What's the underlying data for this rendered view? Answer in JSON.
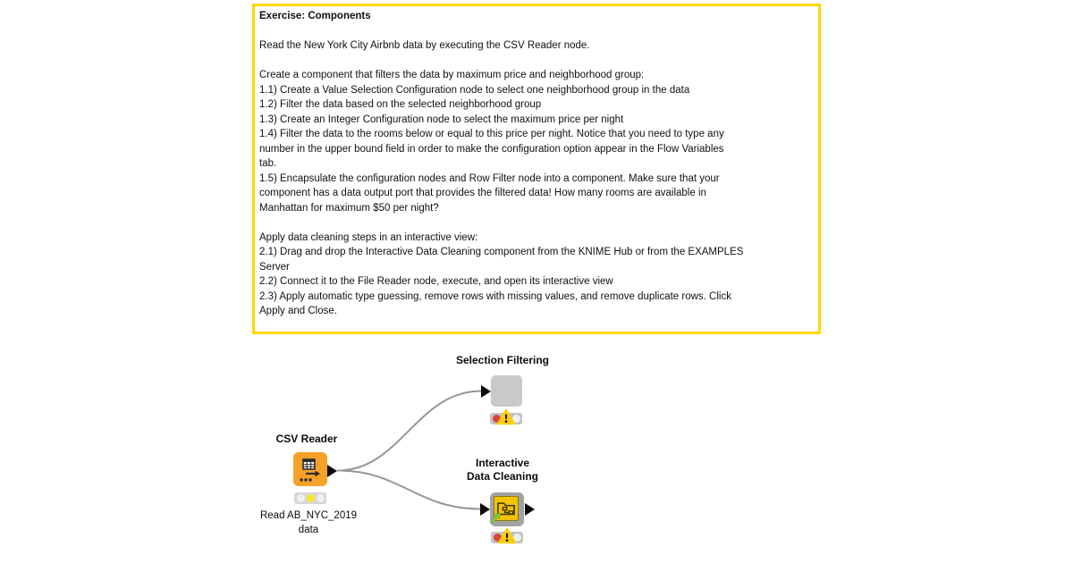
{
  "annotation": {
    "title": "Exercise: Components",
    "border_color": "#FFD700",
    "paragraphs": [
      {
        "lines": [
          "Read the New York City Airbnb data by executing the CSV Reader node."
        ]
      },
      {
        "lines": [
          "Create a component that filters the data by maximum price and neighborhood group:",
          "1.1) Create a Value Selection Configuration node to select one neighborhood group in the data",
          "1.2) Filter the data based on the selected neighborhood group",
          "1.3) Create an Integer Configuration node to select the maximum price per night",
          "1.4) Filter the data to the rooms below or equal to this price per night. Notice that you need to type any",
          "number in the upper bound field in order to make the configuration option appear in the Flow Variables",
          "tab.",
          "1.5) Encapsulate the configuration nodes and Row Filter node into a component. Make sure that your",
          "component has a data output port that provides the filtered data! How many rooms are available in",
          "Manhattan for maximum $50 per night?"
        ]
      },
      {
        "lines": [
          "Apply data cleaning steps in an interactive view:",
          "2.1) Drag and drop the Interactive Data Cleaning component from the KNIME Hub or from the EXAMPLES",
          "Server",
          "2.2) Connect it to the File Reader node, execute, and open its interactive view",
          "2.3) Apply automatic type guessing, remove rows with missing values, and remove duplicate rows. Click",
          "Apply and Close."
        ]
      }
    ]
  },
  "workflow": {
    "nodes": {
      "csv_reader": {
        "label": "CSV Reader",
        "comment_line1": "Read AB_NYC_2019",
        "comment_line2": "data",
        "color": "#F7A128",
        "icon": "table-arrow-icon",
        "status": "configured (yellow)"
      },
      "selection_filtering": {
        "label": "Selection Filtering",
        "color": "#C8C9CA",
        "status": "not configured (red + warning)"
      },
      "interactive_data_cleaning": {
        "label_line1": "Interactive",
        "label_line2": "Data Cleaning",
        "color": "#F2C300",
        "frame_color": "#A2A2A4",
        "icon": "folder-share-icon",
        "linked": "green link arrow",
        "status": "not configured (red + warning)"
      }
    },
    "connections": [
      {
        "from": "csv_reader",
        "to": "selection_filtering"
      },
      {
        "from": "csv_reader",
        "to": "interactive_data_cleaning"
      }
    ],
    "colors": {
      "connection": "#969696",
      "port": "#0a0a0a",
      "traffic_red": "#DC453E",
      "traffic_yellow": "#F7E82F",
      "warning_triangle": "#FBCE07"
    }
  }
}
